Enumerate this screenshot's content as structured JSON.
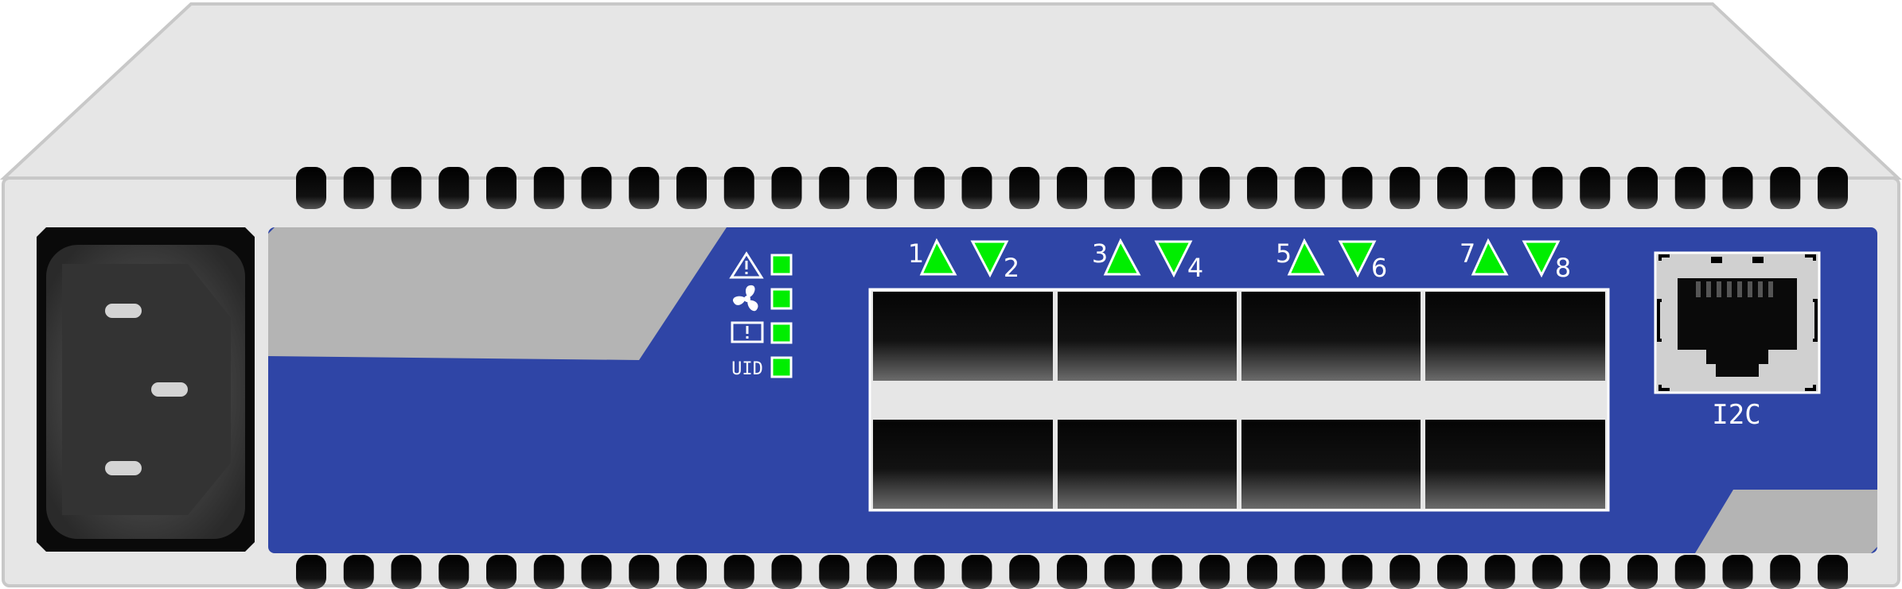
{
  "device": {
    "status_leds": [
      {
        "icon": "warning-icon",
        "color": "#00ee00"
      },
      {
        "icon": "fan-icon",
        "color": "#00ee00"
      },
      {
        "icon": "system-alert-icon",
        "color": "#00ee00"
      },
      {
        "label": "UID",
        "color": "#00ee00"
      }
    ],
    "port_indicators": [
      {
        "label": "1",
        "direction": "up"
      },
      {
        "label": "2",
        "direction": "down"
      },
      {
        "label": "3",
        "direction": "up"
      },
      {
        "label": "4",
        "direction": "down"
      },
      {
        "label": "5",
        "direction": "up"
      },
      {
        "label": "6",
        "direction": "down"
      },
      {
        "label": "7",
        "direction": "up"
      },
      {
        "label": "8",
        "direction": "down"
      }
    ],
    "ports": {
      "rows": 2,
      "columns": 4
    },
    "i2c_port": {
      "label": "I2C"
    },
    "colors": {
      "chassis": "#e6e6e6",
      "faceplate": "#2f45a6",
      "accent_gray": "#b4b4b4",
      "led_green": "#00ee00",
      "port_black": "#0a0a0a"
    },
    "vents": {
      "top_count": 33,
      "bottom_count": 33
    }
  }
}
